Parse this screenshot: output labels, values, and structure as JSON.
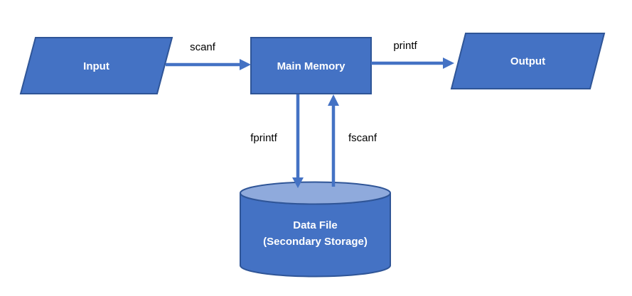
{
  "colors": {
    "background": "#FFFFFF",
    "node_fill": "#4472C4",
    "node_border": "#2F5597",
    "cylinder_top_fill": "#8FAADC",
    "arrow": "#4472C4",
    "node_text": "#FFFFFF",
    "label_text": "#000000"
  },
  "nodes": {
    "input": {
      "label": "Input",
      "shape": "parallelogram"
    },
    "main_memory": {
      "label": "Main Memory",
      "shape": "rectangle"
    },
    "output": {
      "label": "Output",
      "shape": "parallelogram"
    },
    "data_file": {
      "label_line1": "Data File",
      "label_line2": "(Secondary Storage)",
      "shape": "cylinder"
    }
  },
  "edges": [
    {
      "label": "scanf",
      "from": "input",
      "to": "main_memory",
      "direction": "right"
    },
    {
      "label": "printf",
      "from": "main_memory",
      "to": "output",
      "direction": "right"
    },
    {
      "label": "fprintf",
      "from": "main_memory",
      "to": "data_file",
      "direction": "down"
    },
    {
      "label": "fscanf",
      "from": "data_file",
      "to": "main_memory",
      "direction": "up"
    }
  ]
}
